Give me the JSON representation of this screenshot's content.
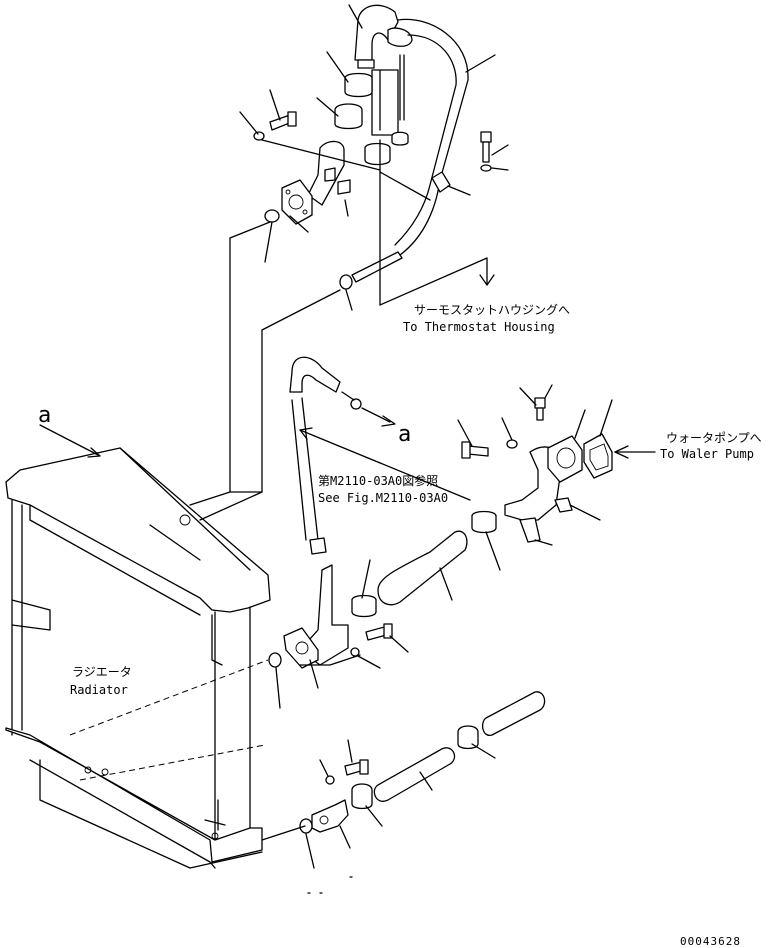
{
  "labels": {
    "ref_letter_left": "a",
    "ref_letter_right": "a",
    "thermostat_jp": "サーモスタットハウジングへ",
    "thermostat_en": "To Thermostat Housing",
    "water_pump_jp": "ウォータポンプへ",
    "water_pump_en": "To Waler Pump",
    "see_fig_jp": "第M2110-03A0図参照",
    "see_fig_en": "See Fig.M2110-03A0",
    "radiator_jp": "ラジエータ",
    "radiator_en": "Radiator",
    "drawing_number": "00043628"
  },
  "colors": {
    "line": "#000000",
    "background": "#ffffff"
  }
}
